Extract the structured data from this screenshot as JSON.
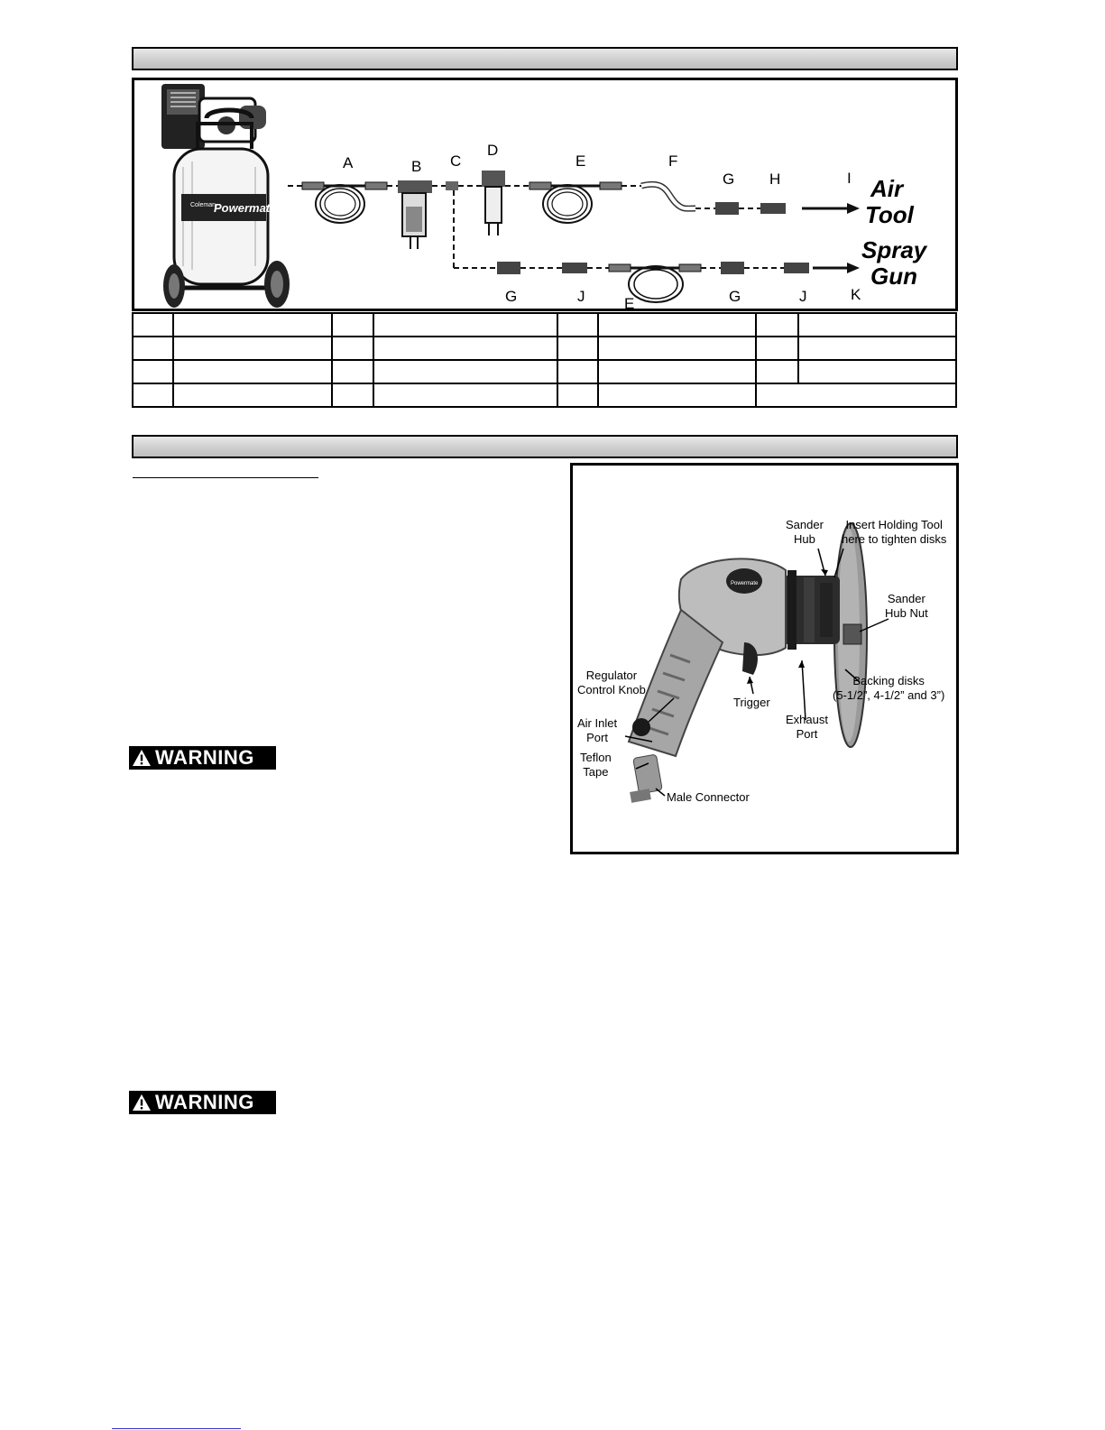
{
  "diagram": {
    "letters": {
      "A": "A",
      "B": "B",
      "C": "C",
      "D": "D",
      "E_top": "E",
      "F": "F",
      "G_top": "G",
      "H": "H",
      "I": "I",
      "G_b1": "G",
      "J_b1": "J",
      "E_bottom": "E",
      "G_b2": "G",
      "J_b2": "J",
      "K": "K"
    },
    "air_tool_label": [
      "Air",
      "Tool"
    ],
    "spray_gun_label": [
      "Spray",
      "Gun"
    ],
    "compressor_brand": "Powermate",
    "compressor_brand_small": "Coleman"
  },
  "parts_table": {
    "rows": [
      [
        "",
        "",
        "",
        "",
        "",
        "",
        "",
        ""
      ],
      [
        "",
        "",
        "",
        "",
        "",
        "",
        "",
        ""
      ],
      [
        "",
        "",
        "",
        "",
        "",
        "",
        "",
        ""
      ],
      [
        "",
        "",
        "",
        "",
        "",
        "",
        ""
      ]
    ]
  },
  "warnings": [
    {
      "label": "WARNING"
    },
    {
      "label": "WARNING"
    }
  ],
  "tool_figure": {
    "callouts": {
      "sander_hub": [
        "Sander",
        "Hub"
      ],
      "insert_holding_tool": [
        "Insert Holding Tool",
        "here to tighten disks"
      ],
      "sander_hub_nut": [
        "Sander",
        "Hub Nut"
      ],
      "backing_disks": [
        "Backing disks",
        "(5-1/2”, 4-1/2” and 3”)"
      ],
      "regulator_knob": [
        "Regulator",
        "Control Knob"
      ],
      "trigger": [
        "Trigger"
      ],
      "exhaust_port": [
        "Exhaust",
        "Port"
      ],
      "air_inlet_port": [
        "Air Inlet",
        "Port"
      ],
      "teflon_tape": [
        "Teflon",
        "Tape"
      ],
      "male_connector": [
        "Male Connector"
      ]
    },
    "tool_brand": "Powermate"
  }
}
